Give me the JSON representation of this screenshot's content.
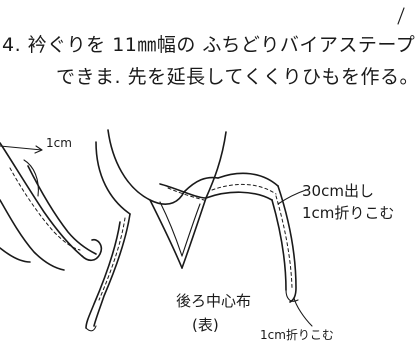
{
  "instruction": {
    "line1": "4. 衿ぐりを 11㎜幅の ふちどりバイアステープ",
    "line2": "できま. 先を延長してくくりひもを作る。"
  },
  "labels": {
    "width_mark": "1cm",
    "extend": "30cm出し",
    "fold_in_1cm_right": "1cm折りこむ",
    "center_back": "後ろ中心布",
    "face": "(表)",
    "fold_in_1cm_bottom": "1cm折りこむ"
  }
}
